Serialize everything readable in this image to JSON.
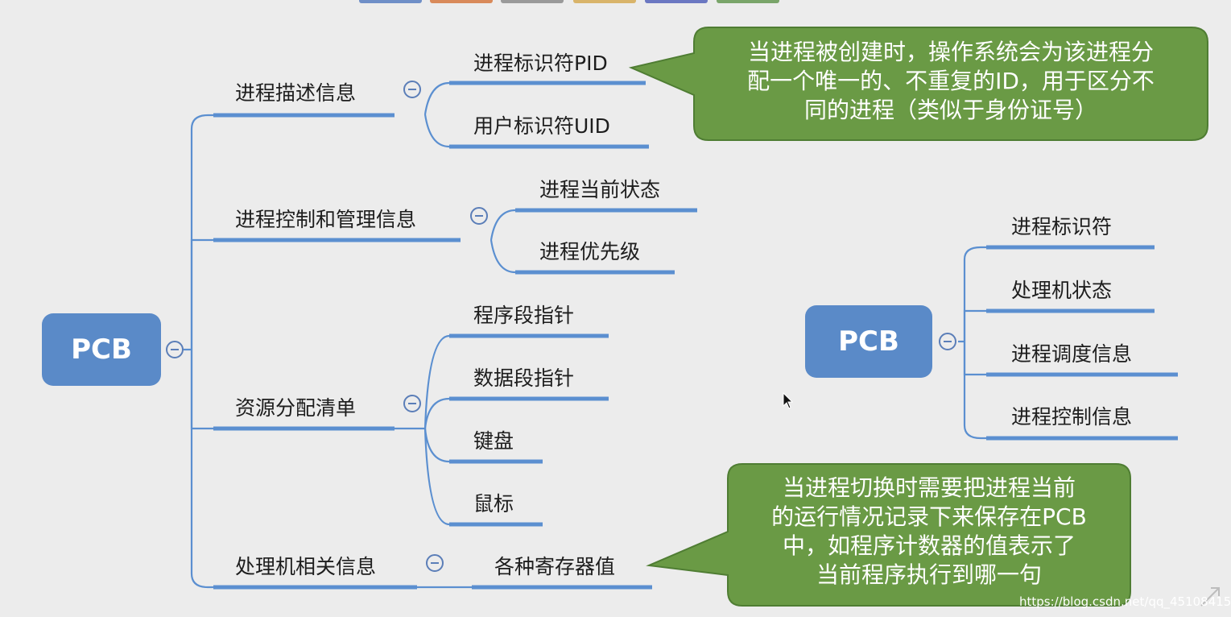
{
  "colors": {
    "accent": "#5a8ac8",
    "line": "#5b8fd0",
    "note_fill": "#6a9a45",
    "note_border": "#4f7d33"
  },
  "left_map": {
    "root": "PCB",
    "branches": [
      {
        "label": "进程描述信息",
        "children": [
          "进程标识符PID",
          "用户标识符UID"
        ]
      },
      {
        "label": "进程控制和管理信息",
        "children": [
          "进程当前状态",
          "进程优先级"
        ]
      },
      {
        "label": "资源分配清单",
        "children": [
          "程序段指针",
          "数据段指针",
          "键盘",
          "鼠标"
        ]
      },
      {
        "label": "处理机相关信息",
        "children": [
          "各种寄存器值"
        ]
      }
    ]
  },
  "right_map": {
    "root": "PCB",
    "children": [
      "进程标识符",
      "处理机状态",
      "进程调度信息",
      "进程控制信息"
    ]
  },
  "notes": {
    "pid": [
      "当进程被创建时，操作系统会为该进程分",
      "配一个唯一的、不重复的ID，用于区分不",
      "同的进程（类似于身份证号）"
    ],
    "register": [
      "当进程切换时需要把进程当前",
      "的运行情况记录下来保存在PCB",
      "中，如程序计数器的值表示了",
      "当前程序执行到哪一句"
    ]
  },
  "watermark": "https://blog.csdn.net/qq_45108415"
}
